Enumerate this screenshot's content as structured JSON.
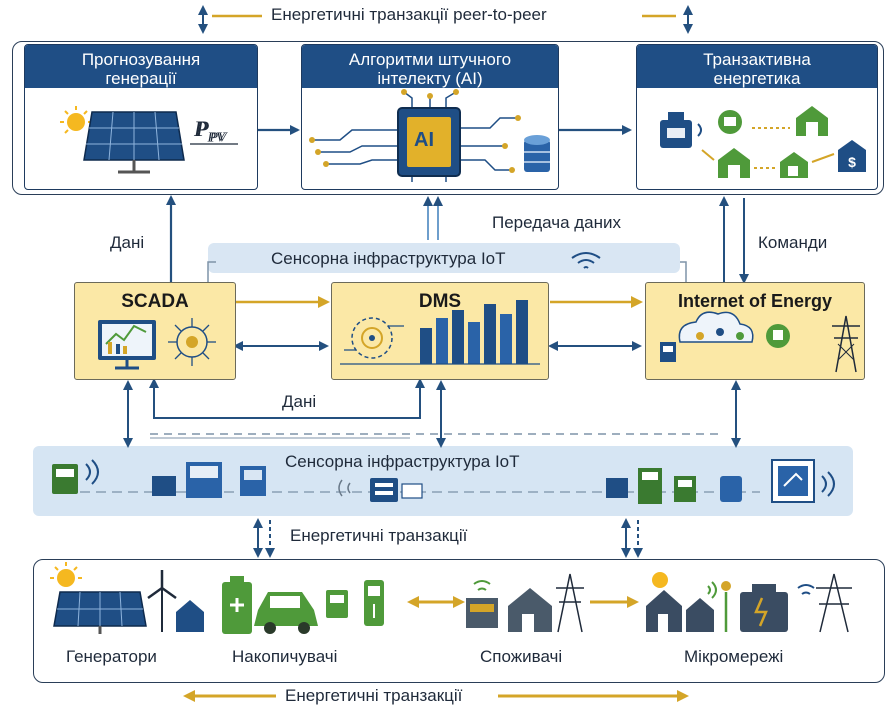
{
  "top_transactions_label": "Енергетичні транзакції peer-to-peer",
  "panels": {
    "forecast": {
      "title_l1": "Прогнозування",
      "title_l2": "генерації",
      "formula_main": "P",
      "formula_sub": "PV"
    },
    "ai": {
      "title_l1": "Алгоритми штучного",
      "title_l2": "інтелекту (AI)",
      "chip_label": "AI"
    },
    "transactive": {
      "title_l1": "Транзактивна",
      "title_l2": "енергетика"
    }
  },
  "labels": {
    "data_left": "Дані",
    "data_transfer": "Передача даних",
    "commands": "Команди",
    "data_middle": "Дані",
    "energy_transactions_mid": "Енергетичні транзакції",
    "energy_transactions_bottom": "Енергетичні транзакції"
  },
  "iot_band_top": "Сенсорна інфраструктура IoT",
  "iot_band_bottom": "Сенсорна інфраструктура IoT",
  "systems": {
    "scada": "SCADA",
    "dms": "DMS",
    "ioe": "Internet of Energy"
  },
  "bottom_groups": {
    "generators": "Генератори",
    "storage": "Накопичувачі",
    "consumers": "Споживачі",
    "microgrids": "Мікромережі"
  },
  "colors": {
    "navy": "#1f4e85",
    "arrow_blue": "#24507f",
    "gold": "#d4a528",
    "yellow_box": "#fbe8a6",
    "band": "#d9e6f3",
    "green": "#4f9a3a"
  },
  "icons": [
    "solar-panel-icon",
    "sun-icon",
    "ai-chip-icon",
    "database-icon",
    "house-icon",
    "wind-turbine-icon",
    "battery-icon",
    "electric-car-icon",
    "ev-charger-icon",
    "power-tower-icon",
    "cloud-icon",
    "wifi-icon",
    "monitor-icon",
    "smart-meter-icon",
    "city-skyline-icon"
  ]
}
